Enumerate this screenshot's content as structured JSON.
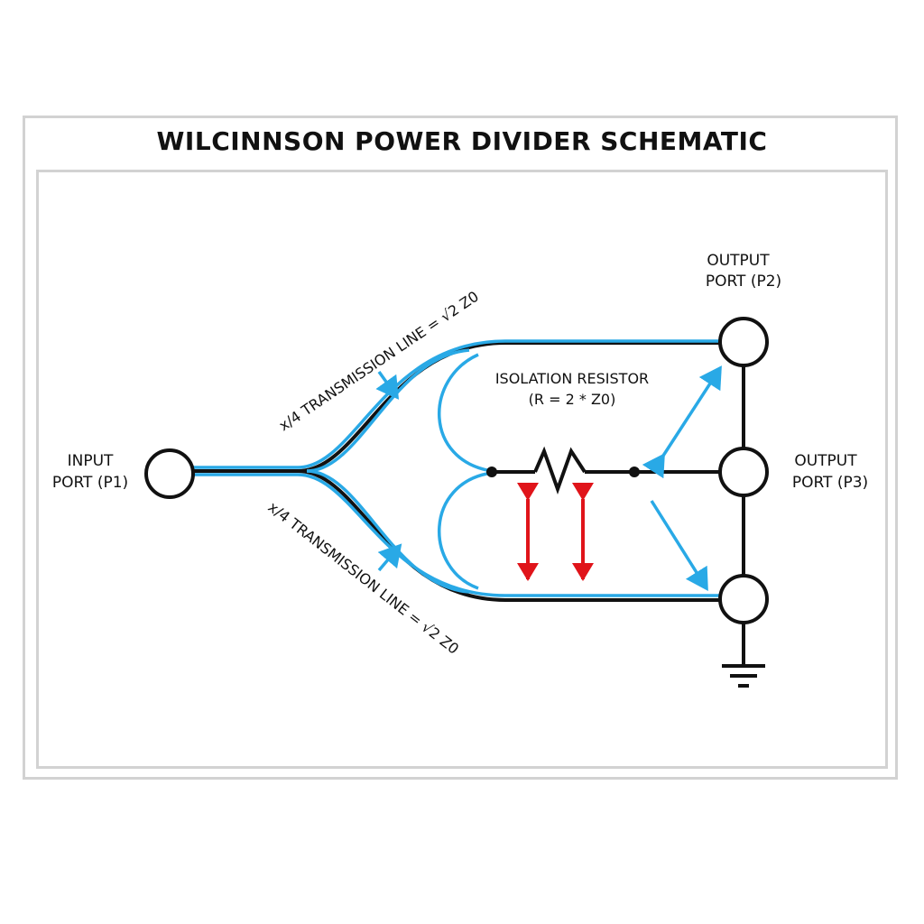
{
  "title": "WILCINNSON POWER DIVIDER SCHEMATIC",
  "ports": {
    "input": [
      "INPUT",
      "PORT (P1)"
    ],
    "output_p2": [
      "OUTPUT",
      "PORT (P2)"
    ],
    "output_p3": [
      "OUTPUT",
      "PORT (P3)"
    ]
  },
  "transmission_line_top": "x/4 TRANSMISSION LINE = √2 Z0",
  "transmission_line_bottom": "x/4 TRANSMISSION LINE = √2 Z0",
  "isolation_resistor": [
    "ISOLATION RESISTOR",
    "(R = 2 * Z0)"
  ],
  "colors": {
    "line_black": "#111111",
    "line_blue": "#29a9e6",
    "arrow_red": "#e0141a",
    "frame": "#d2d2d2"
  }
}
